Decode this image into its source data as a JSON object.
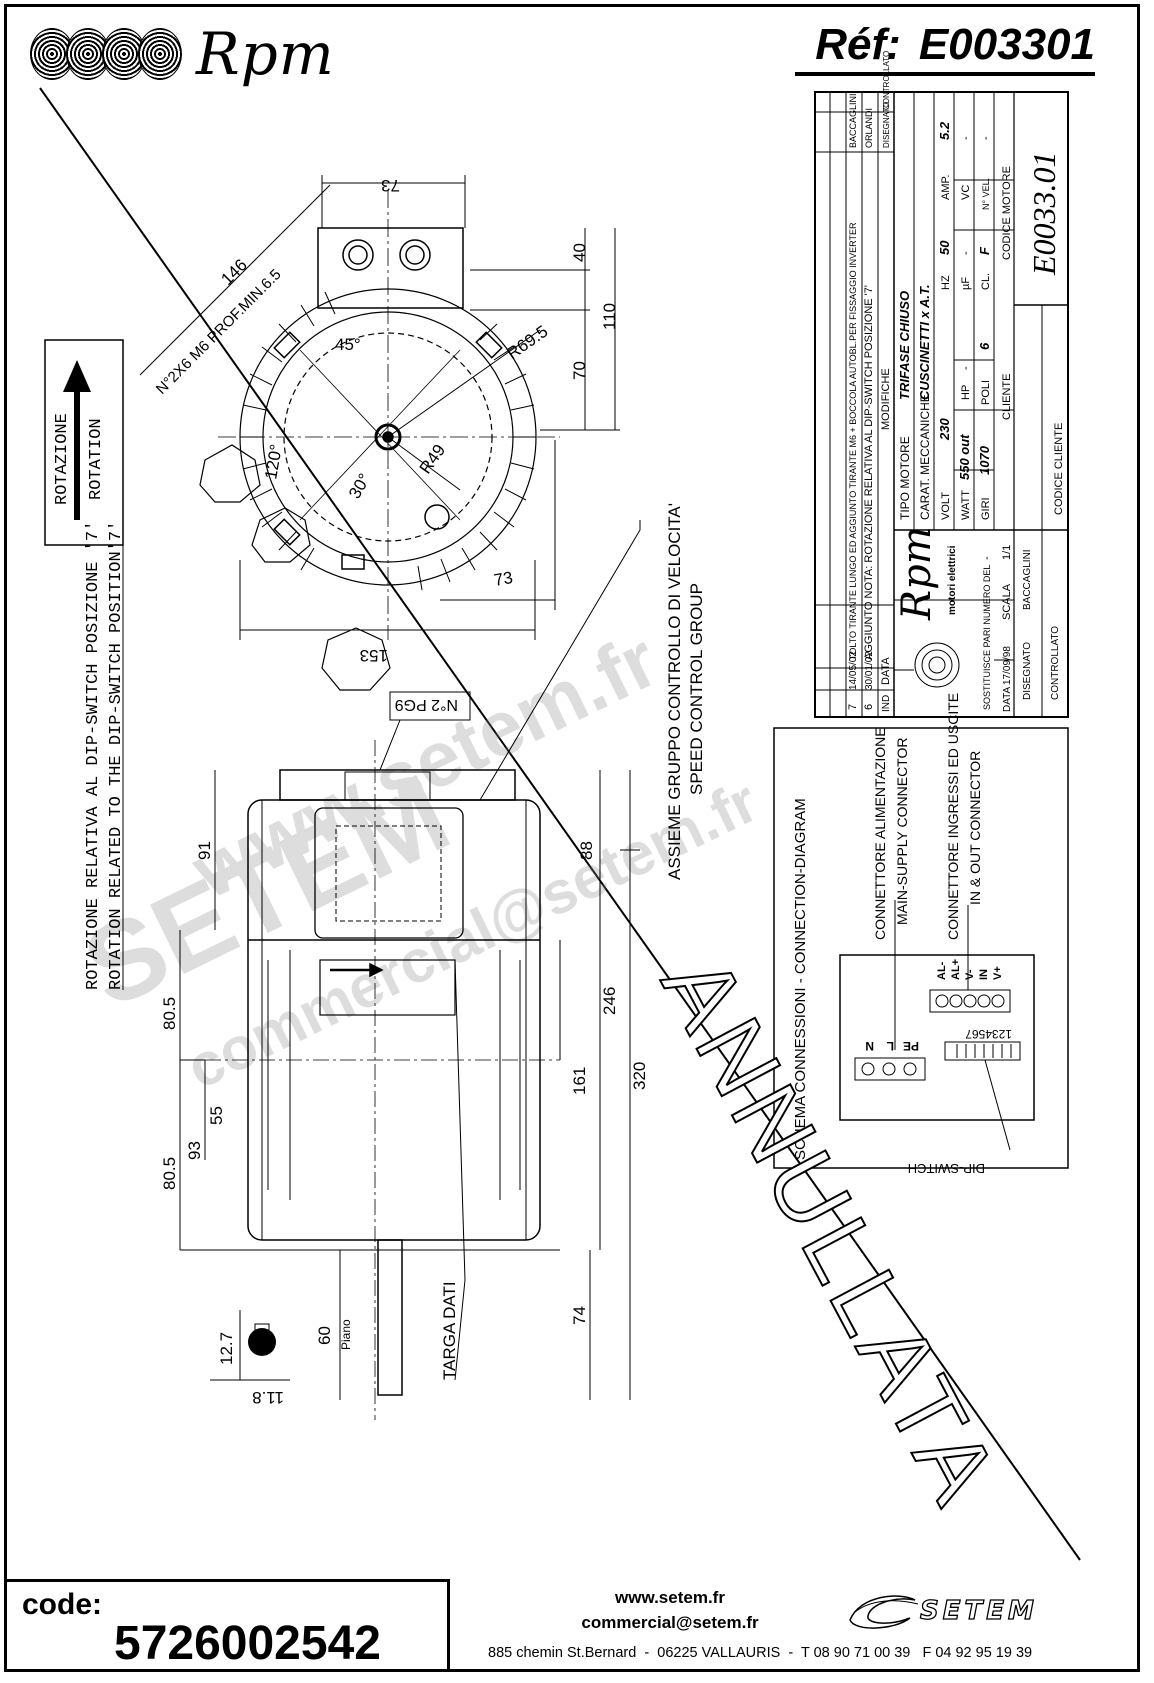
{
  "header": {
    "brand": "Rpm",
    "ref_label": "Réf:",
    "ref_value": "E003301"
  },
  "rotation": {
    "it": "ROTAZIONE",
    "en": "ROTATION",
    "note_it": "ROTAZIONE RELATIVA AL DIP-SWITCH POSIZIONE '7'",
    "note_en": "ROTATION RELATED TO THE DIP-SWITCH POSITION'7'"
  },
  "dimensions": {
    "d146": "146",
    "d73_top": "73",
    "d40": "40",
    "d110": "110",
    "d70": "70",
    "r69": "R69.5",
    "r49": "R49",
    "a45": "45°",
    "a120": "120°",
    "a30": "30°",
    "d73_bottom": "73",
    "d153": "153",
    "holes": "N°2X6 M6 PROF.MIN.6.5",
    "pg9": "N°2 PG9",
    "d91": "91",
    "d88": "88",
    "d80_5a": "80.5",
    "d80_5b": "80.5",
    "d55": "55",
    "d93": "93",
    "d246": "246",
    "d161": "161",
    "d320": "320",
    "d74": "74",
    "d60": "60",
    "piano": "Piano",
    "d12_7": "12.7",
    "d11_8": "11.8",
    "targa": "TARGA DATI"
  },
  "assembly": {
    "it": "ASSIEME GRUPPO CONTROLLO DI VELOCITA'",
    "en": "SPEED CONTROL GROUP"
  },
  "title_block": {
    "rev_rows": [
      {
        "ind": "7",
        "date": "14/05/02",
        "text": "TOLTO TIRANTE LUNGO ED AGGIUNTO TIRANTE M6 + BOCCOLA AUTOBL.PER FISSAGGIO INVERTER",
        "by": "BACCAGLINI"
      },
      {
        "ind": "6",
        "date": "30/01/02",
        "text": "AGGIUNTO NOTA: ROTAZIONE RELATIVA AL DIP-SWITCH POSIZIONE '7'",
        "by": "ORLANDI"
      }
    ],
    "col_ind": "IND",
    "col_data": "DATA",
    "col_mod": "MODIFICHE",
    "col_dis": "DISEGNATO",
    "col_ctrl": "CONTROLLATO",
    "tipo_motore_label": "TIPO MOTORE",
    "tipo_motore": "TRIFASE CHIUSO",
    "carat_label": "CARAT. MECCANICHE",
    "carat": "CUSCINETTI x A.T.",
    "volt_label": "VOLT",
    "volt": "230",
    "hz_label": "HZ",
    "hz": "50",
    "amp_label": "AMP.",
    "amp": "5.2",
    "watt_label": "WATT",
    "watt": "550 out",
    "hp_label": "HP",
    "hp": "-",
    "uf_label": "µF",
    "uf": "-",
    "vc_label": "VC",
    "vc": "-",
    "giri_label": "GIRI",
    "giri": "1070",
    "poli_label": "POLI",
    "poli": "6",
    "cl_label": "CL.",
    "cl": "F",
    "nvel_label": "N° VEL.",
    "nvel": "-",
    "cliente_label": "CLIENTE",
    "codice_motore_label": "CODICE MOTORE",
    "codice_motore": "E0033.01",
    "codice_cliente_label": "CODICE CLIENTE",
    "sostituisce_label": "SOSTITUISCE PARI NUMERO DEL",
    "sostituisce": "-",
    "data_label": "DATA",
    "data": "17/09/98",
    "scala_label": "SCALA",
    "scala": "1/1",
    "disegnato_label": "DISEGNATO",
    "disegnato": "BACCAGLINI",
    "controllato_label": "CONTROLLATO",
    "brand": "Rpm",
    "brand_sub": "motori elettrici"
  },
  "connection": {
    "title": "SCHEMA CONNESSIONI  -  CONNECTION-DIAGRAM",
    "main_it": "CONNETTORE ALIMENTAZIONE",
    "main_en": "MAIN-SUPPLY CONNECTOR",
    "io_it": "CONNETTORE INGRESSI ED USCITE",
    "io_en": "IN & OUT CONNECTOR",
    "dip": "DIP-SWITCH",
    "dip_numbers": "1234567",
    "terminals_supply": [
      "N",
      "L",
      "PE"
    ],
    "terminals_io": [
      "AL-",
      "AL+",
      "V-",
      "IN",
      "V+"
    ]
  },
  "annulla": "ANNULLATA",
  "watermark": {
    "line1": "www.setem.fr",
    "line2": "SETEM",
    "line3": "commercial@setem.fr"
  },
  "footer": {
    "code_label": "code:",
    "code_value": "5726002542",
    "website": "www.setem.fr",
    "email": "commercial@setem.fr",
    "address": "885 chemin St.Bernard  -  06225 VALLAURIS  -  T 08 90 71 00 39   F 04 92 95 19 39",
    "setem": "SETEM"
  }
}
